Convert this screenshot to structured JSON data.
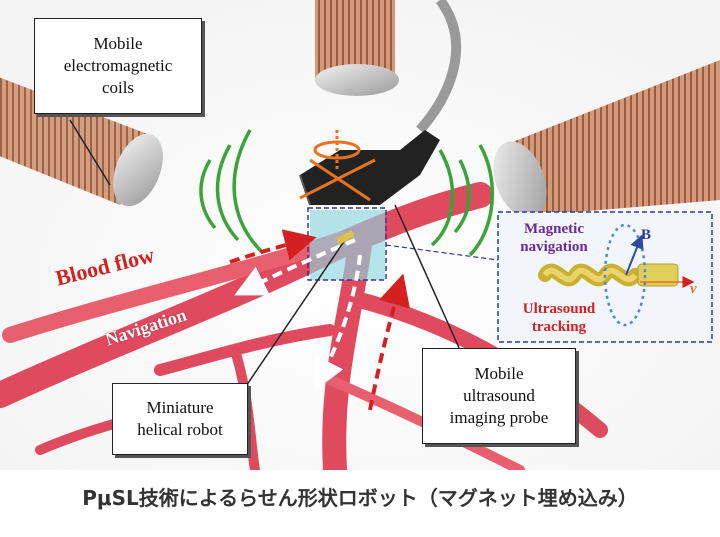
{
  "labels": {
    "coils": [
      "Mobile",
      "electromagnetic",
      "coils"
    ],
    "robot": [
      "Miniature",
      "helical robot"
    ],
    "probe": [
      "Mobile",
      "ultrasound",
      "imaging probe"
    ],
    "blood_flow": "Blood flow",
    "navigation": "Navigation"
  },
  "inset": {
    "magnetic": [
      "Magnetic",
      "navigation"
    ],
    "ultrasound": [
      "Ultrasound",
      "tracking"
    ],
    "field_symbol": "B",
    "velocity_symbol": "v"
  },
  "caption": "PμSL技術によるらせん形状ロボット（マグネット埋め込み）",
  "colors": {
    "vessel": "#e04a5f",
    "coil": "#c98a6a",
    "wave": "#3aa43a",
    "flow_arrow": "#d42020",
    "inset_border": "#2d3a9a",
    "magnetic_text": "#6a2a9a",
    "ultrasound_text": "#d42020"
  }
}
